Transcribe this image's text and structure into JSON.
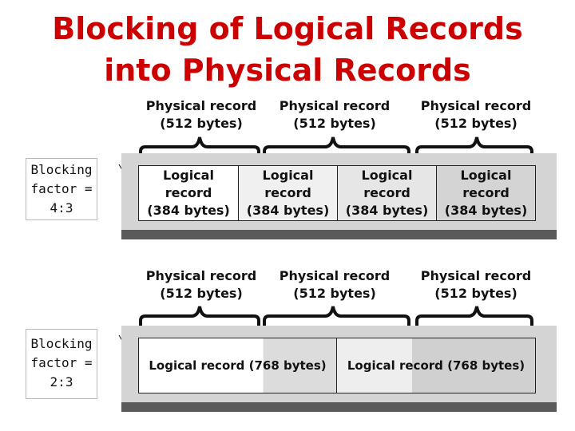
{
  "title": {
    "line1": "Blocking of Logical Records",
    "line2": "into Physical Records"
  },
  "diagram_top": {
    "blocking_factor": {
      "line1": "Blocking",
      "line2": "factor =",
      "line3": "4:3"
    },
    "physical_records": [
      {
        "line1": "Physical record",
        "line2": "(512 bytes)"
      },
      {
        "line1": "Physical record",
        "line2": "(512 bytes)"
      },
      {
        "line1": "Physical record",
        "line2": "(512 bytes)"
      }
    ],
    "logical_records": [
      {
        "line1": "Logical",
        "line2": "record",
        "line3": "(384 bytes)"
      },
      {
        "line1": "Logical",
        "line2": "record",
        "line3": "(384 bytes)"
      },
      {
        "line1": "Logical",
        "line2": "record",
        "line3": "(384 bytes)"
      },
      {
        "line1": "Logical",
        "line2": "record",
        "line3": "(384 bytes)"
      }
    ]
  },
  "diagram_bottom": {
    "blocking_factor": {
      "line1": "Blocking",
      "line2": "factor =",
      "line3": "2:3"
    },
    "physical_records": [
      {
        "line1": "Physical record",
        "line2": "(512 bytes)"
      },
      {
        "line1": "Physical record",
        "line2": "(512 bytes)"
      },
      {
        "line1": "Physical record",
        "line2": "(512 bytes)"
      }
    ],
    "logical_records": [
      {
        "label": "Logical record (768 bytes)"
      },
      {
        "label": "Logical record (768 bytes)"
      }
    ]
  },
  "colors": {
    "title": "#cc0000",
    "record_white": "#ffffff",
    "record_light": "#e8e8e8",
    "record_mid": "#d0d0d0",
    "track_floor": "#5a5a5a",
    "track_back": "#d4d4d4"
  }
}
